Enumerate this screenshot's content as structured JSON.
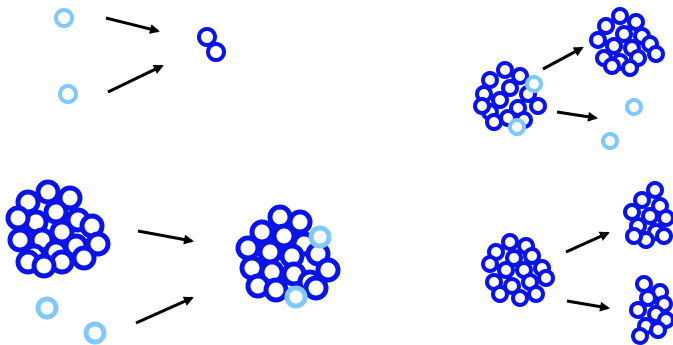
{
  "colors": {
    "heavy": "#0a14e6",
    "light": "#80c8ff",
    "arrow": "#000000",
    "background": "#ffffff"
  },
  "panels": [
    {
      "name": "fusion-light-nuclei",
      "particles": "light-light-to-pair"
    },
    {
      "name": "fusion-heavy-nuclei",
      "particles": "heavy-plus-light-to-larger-heavy"
    },
    {
      "name": "decay-emission",
      "particles": "heavy-emits-two-light"
    },
    {
      "name": "fission",
      "particles": "heavy-splits-into-two"
    }
  ]
}
